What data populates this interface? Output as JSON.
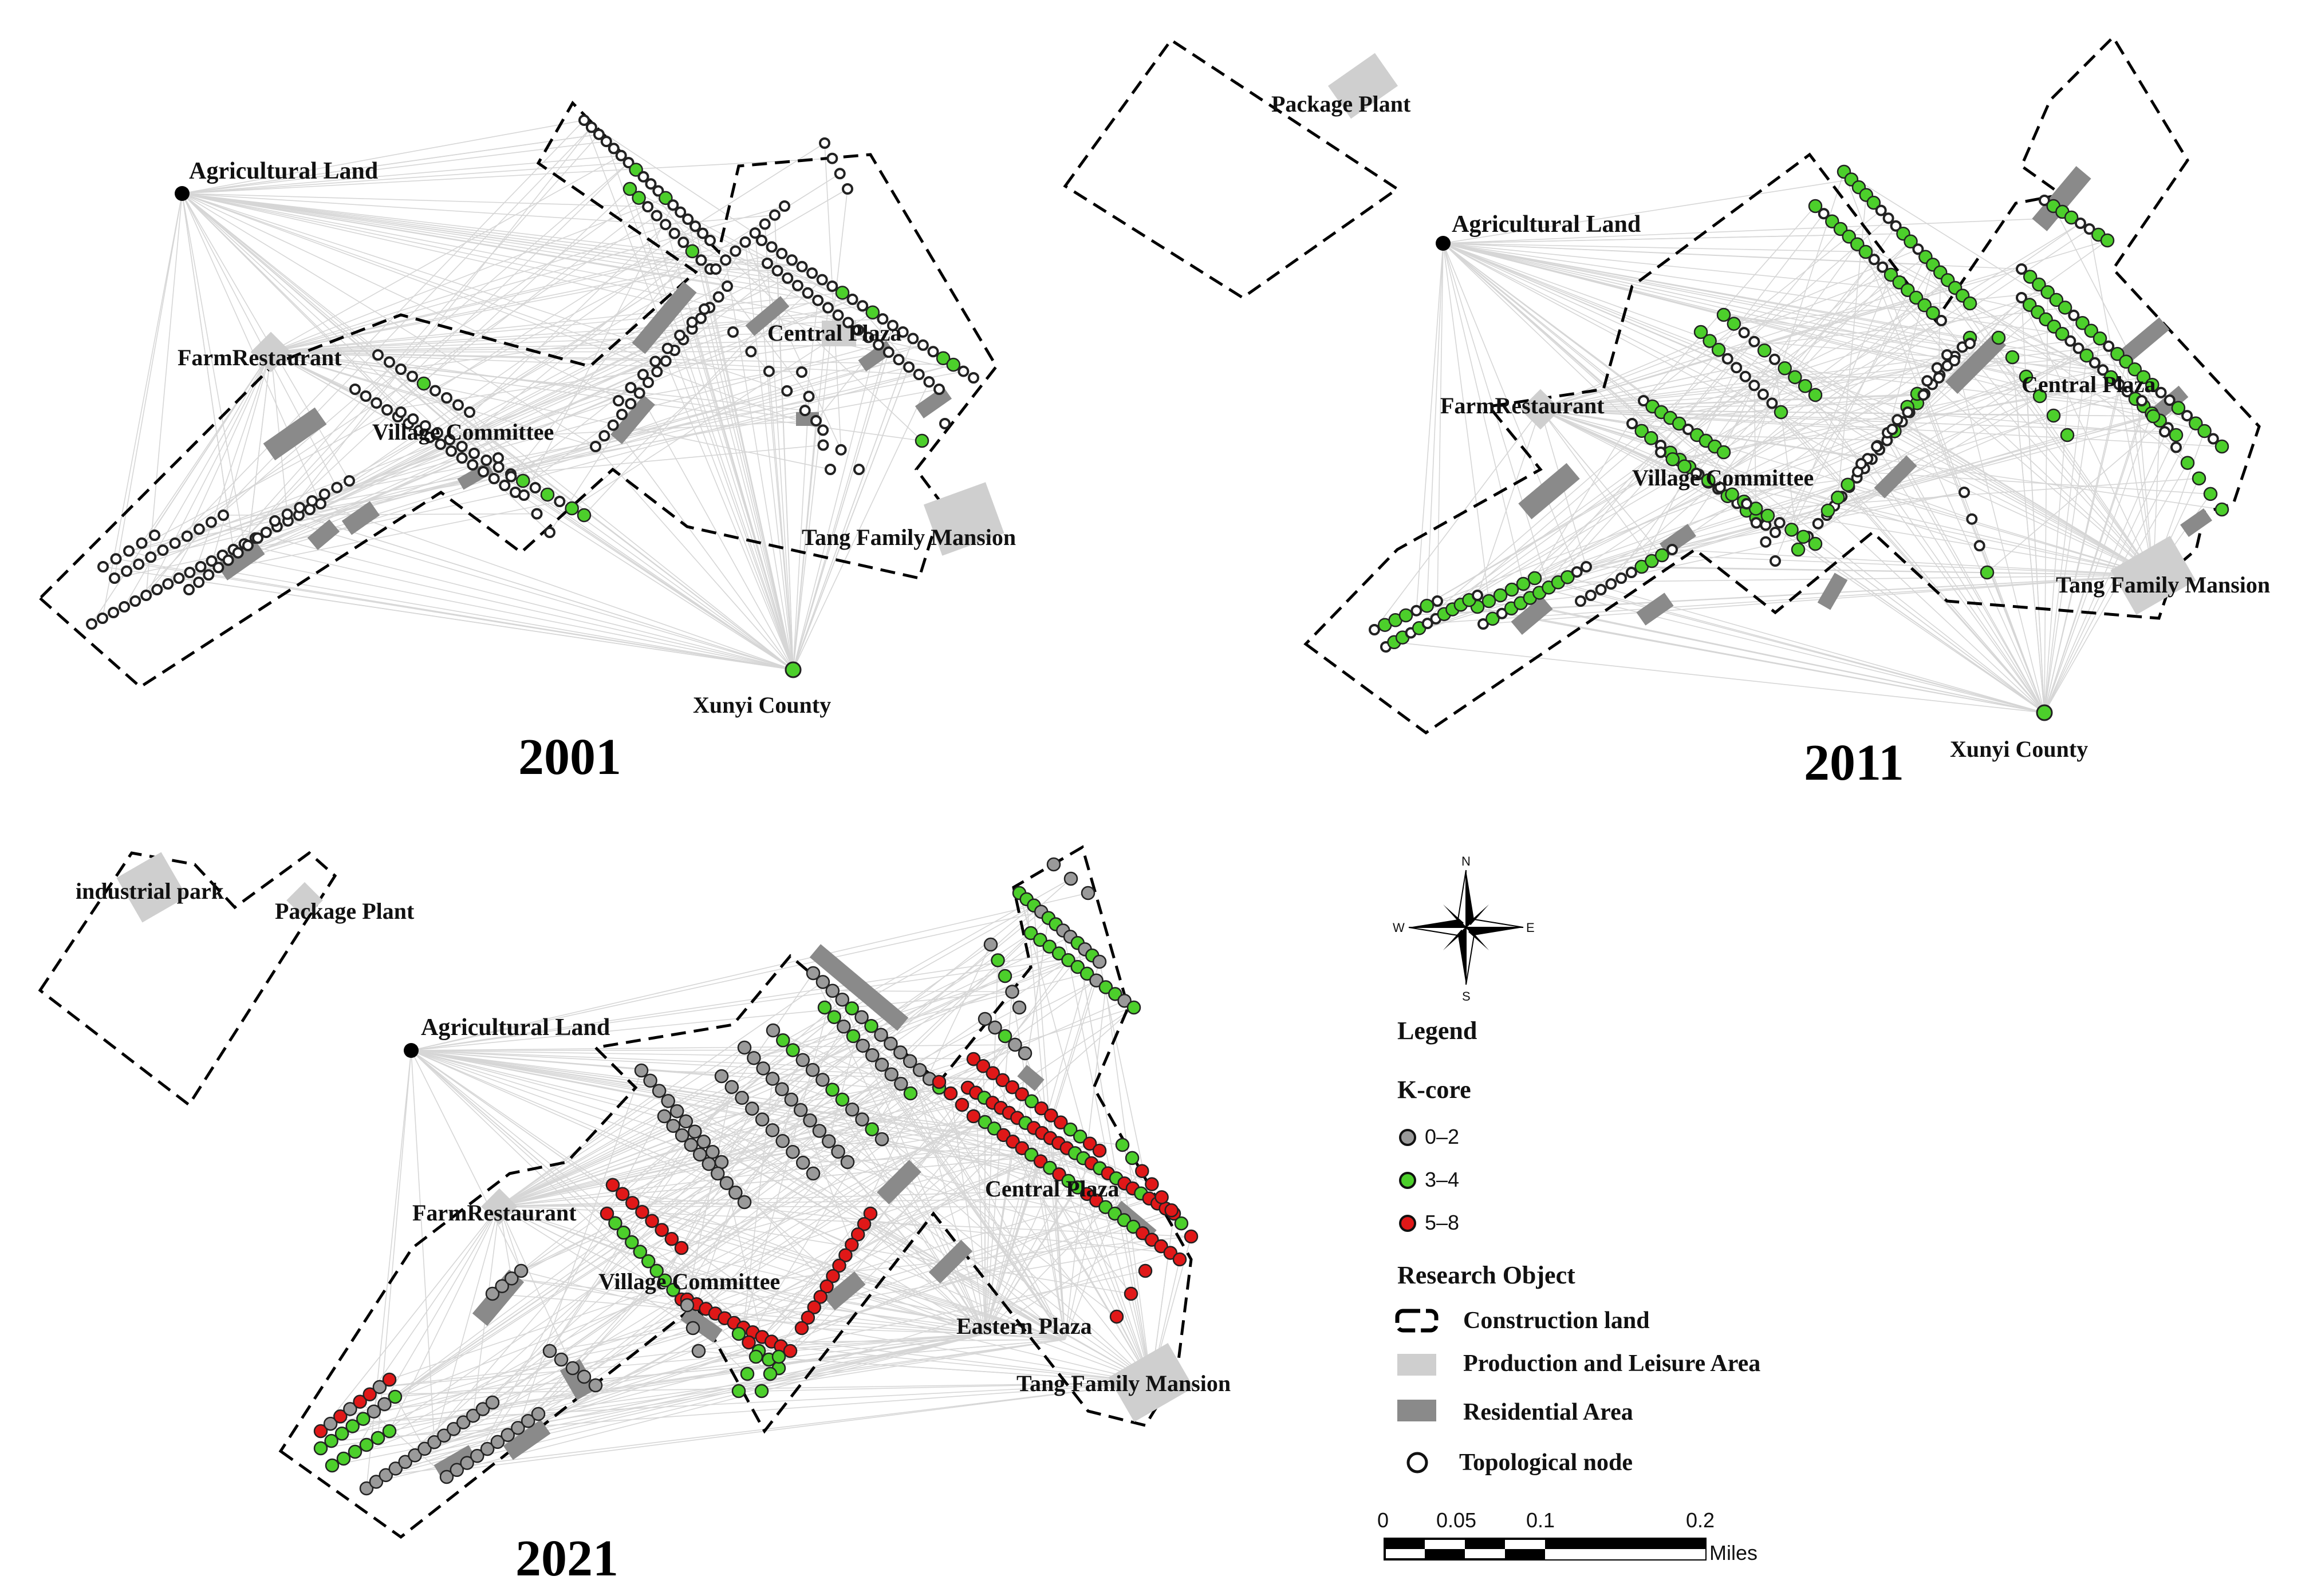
{
  "maps": [
    {
      "id": "2001",
      "year_label": "2001",
      "places": {
        "agricultural_land": "Agricultural Land",
        "farm_restaurant": "FarmRestaurant",
        "village_committee": "Village Committee",
        "central_plaza": "Central Plaza",
        "tang_family_mansion": "Tang Family Mansion",
        "xunyi_county": "Xunyi County"
      }
    },
    {
      "id": "2011",
      "year_label": "2011",
      "places": {
        "package_plant": "Package Plant",
        "agricultural_land": "Agricultural Land",
        "farm_restaurant": "FarmRestaurant",
        "village_committee": "Village Committee",
        "central_plaza": "Central Plaza",
        "tang_family_mansion": "Tang Family Mansion",
        "xunyi_county": "Xunyi County"
      }
    },
    {
      "id": "2021",
      "year_label": "2021",
      "places": {
        "industrial_park": "industrial park",
        "package_plant": "Package Plant",
        "agricultural_land": "Agricultural Land",
        "farm_restaurant": "FarmRestaurant",
        "village_committee": "Village Committee",
        "central_plaza": "Central Plaza",
        "eastern_plaza": "Eastern Plaza",
        "tang_family_mansion": "Tang Family Mansion"
      }
    }
  ],
  "compass": {
    "n": "N",
    "s": "S",
    "e": "E",
    "w": "W"
  },
  "legend": {
    "title": "Legend",
    "kcore_title": "K-core",
    "kcore_items": [
      {
        "label": "0–2",
        "color": "#9a9a9a"
      },
      {
        "label": "3–4",
        "color": "#4ccf2b"
      },
      {
        "label": "5–8",
        "color": "#e01818"
      }
    ],
    "research_title": "Research Object",
    "research_items": {
      "construction": "Construction land",
      "production": "Production and Leisure Area",
      "residential": "Residential Area",
      "node": "Topological node"
    }
  },
  "scale_bar": {
    "ticks": [
      "0",
      "0.05",
      "0.1",
      "0.2"
    ],
    "unit": "Miles"
  },
  "colors": {
    "kcore_low": "#9a9a9a",
    "kcore_mid": "#4ccf2b",
    "kcore_high": "#e01818",
    "production_area": "#cfcfcf",
    "residential_area": "#8a8a8a",
    "edge": "#d6d6d6"
  }
}
